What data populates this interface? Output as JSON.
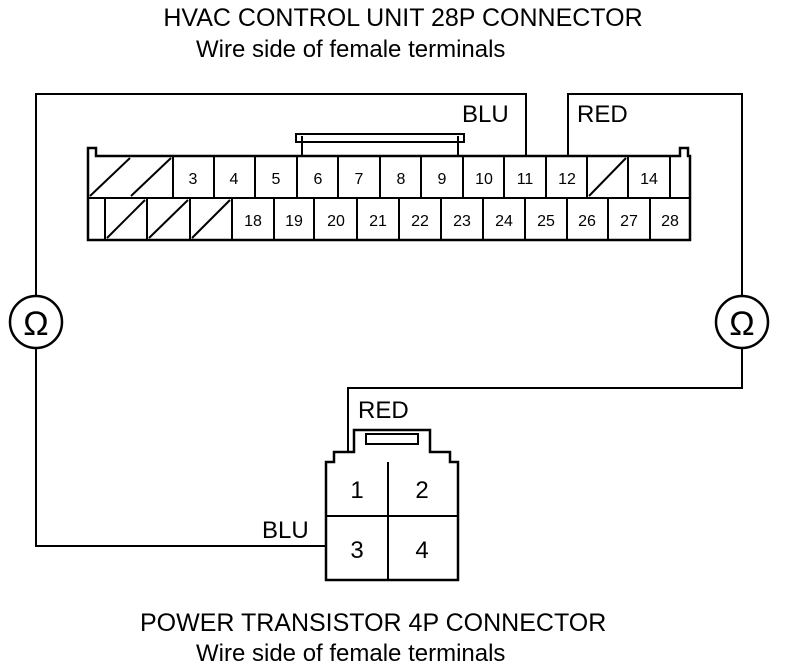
{
  "top_connector": {
    "title": "HVAC CONTROL UNIT 28P CONNECTOR",
    "subtitle": "Wire side of female terminals",
    "row1_pins": [
      "3",
      "4",
      "5",
      "6",
      "7",
      "8",
      "9",
      "10",
      "11",
      "12",
      "14"
    ],
    "row2_pins": [
      "18",
      "19",
      "20",
      "21",
      "22",
      "23",
      "24",
      "25",
      "26",
      "27",
      "28"
    ]
  },
  "bottom_connector": {
    "title": "POWER TRANSISTOR 4P CONNECTOR",
    "subtitle": "Wire side of female terminals",
    "pins": [
      "1",
      "2",
      "3",
      "4"
    ]
  },
  "wires": {
    "top_blu": "BLU",
    "top_red": "RED",
    "bottom_red": "RED",
    "bottom_blu": "BLU"
  },
  "meters": {
    "left_symbol": "Ω",
    "right_symbol": "Ω"
  }
}
